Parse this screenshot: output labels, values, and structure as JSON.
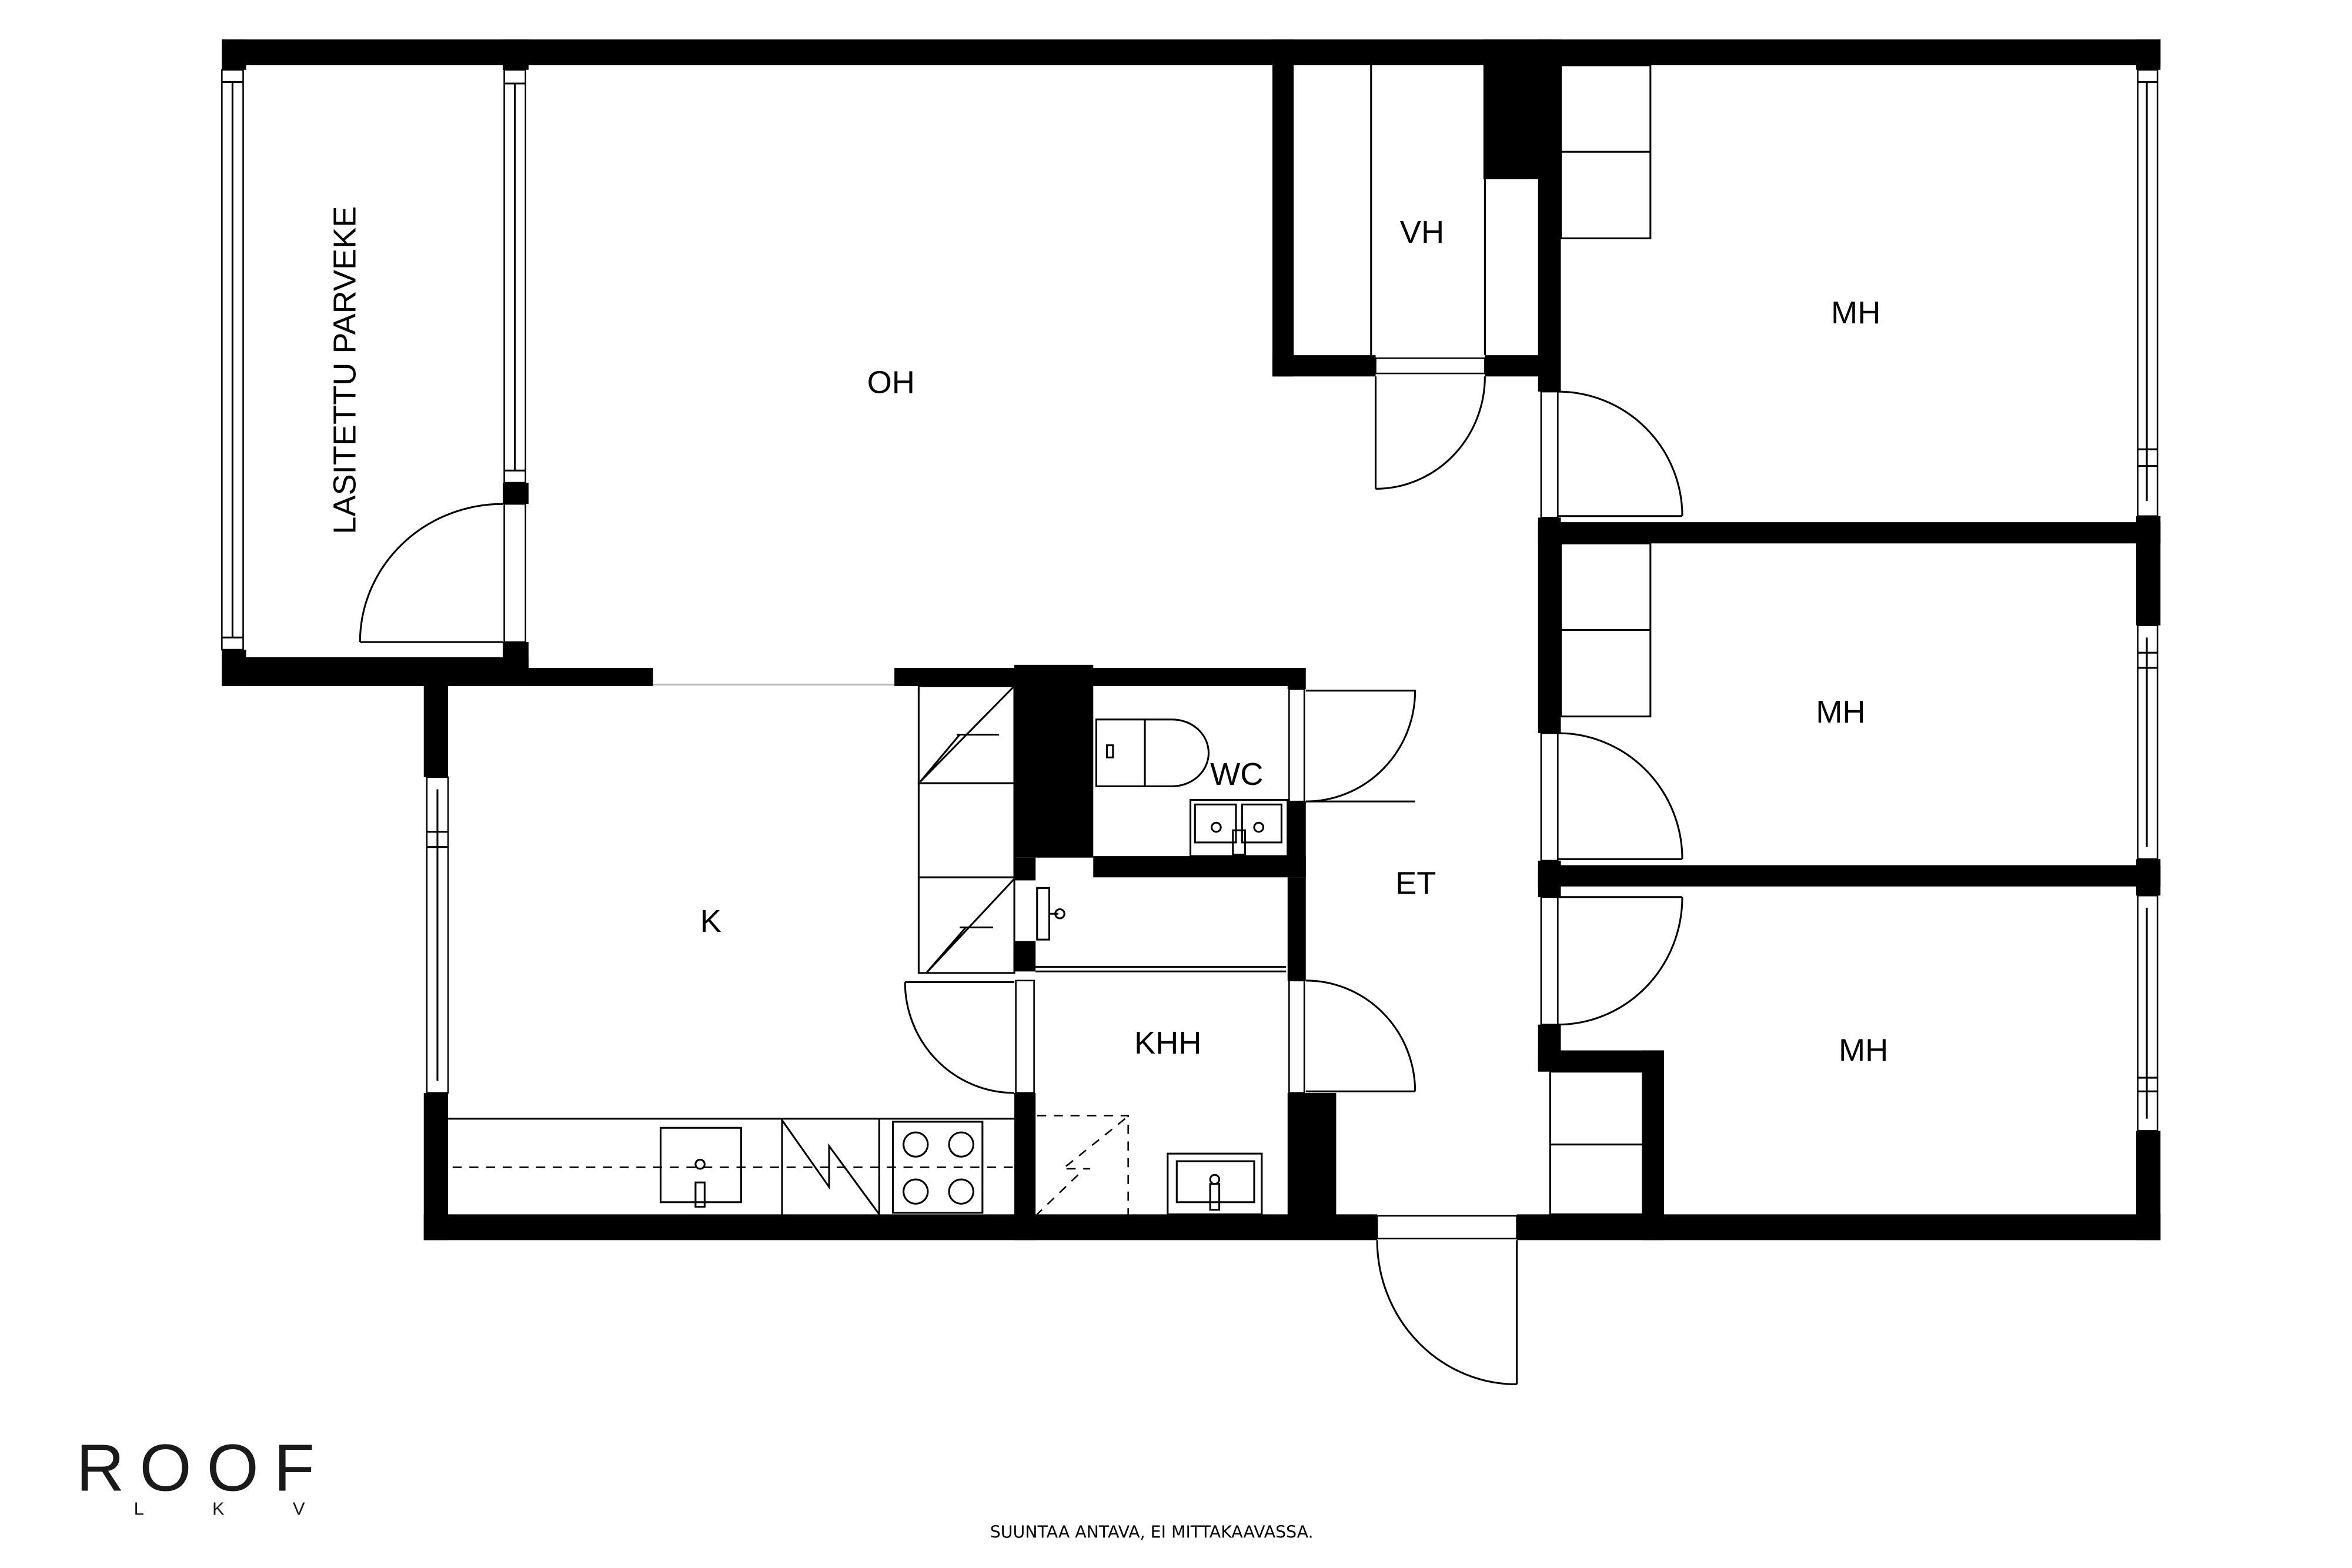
{
  "plan": {
    "rooms": {
      "balcony": "LASITETTU PARVEKE",
      "living_room": "OH",
      "walk_in_closet": "VH",
      "bedroom_1": "MH",
      "bedroom_2": "MH",
      "bedroom_3": "MH",
      "kitchen": "K",
      "toilet": "WC",
      "hallway": "ET",
      "utility_bathroom": "KHH"
    },
    "colors": {
      "wall": "#000000",
      "background": "#ffffff"
    }
  },
  "branding": {
    "logo_main": "ROOF",
    "logo_sub": "LKV"
  },
  "footer": {
    "disclaimer": "SUUNTAA ANTAVA, EI MITTAKAAVASSA."
  }
}
